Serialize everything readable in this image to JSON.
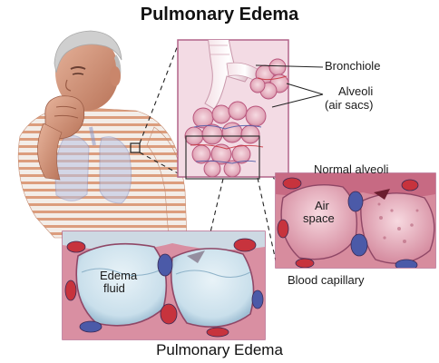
{
  "title": "Pulmonary Edema",
  "labels": {
    "bronchiole": "Bronchiole",
    "alveoli_line1": "Alveoli",
    "alveoli_line2": "(air sacs)",
    "normal_alveoli": "Normal alveoli",
    "air_space_line1": "Air",
    "air_space_line2": "space",
    "blood_capillary": "Blood capillary",
    "edema_fluid_line1": "Edema",
    "edema_fluid_line2": "fluid"
  },
  "caption": "Pulmonary Edema",
  "colors": {
    "frame": "#b2658a",
    "panel_bg": "#f3dbe4",
    "alveolus_wall": "#d9a3b1",
    "alveolus_fill": "#ecc5ce",
    "capillary_red": "#c7333d",
    "capillary_blue": "#4b5aa8",
    "edema_fluid": "#d2e4ef",
    "skin": "#d8a087",
    "hair": "#cfcfcf",
    "shirt_stripe": "#dc9d7d",
    "shirt_base": "#f3ede8"
  }
}
